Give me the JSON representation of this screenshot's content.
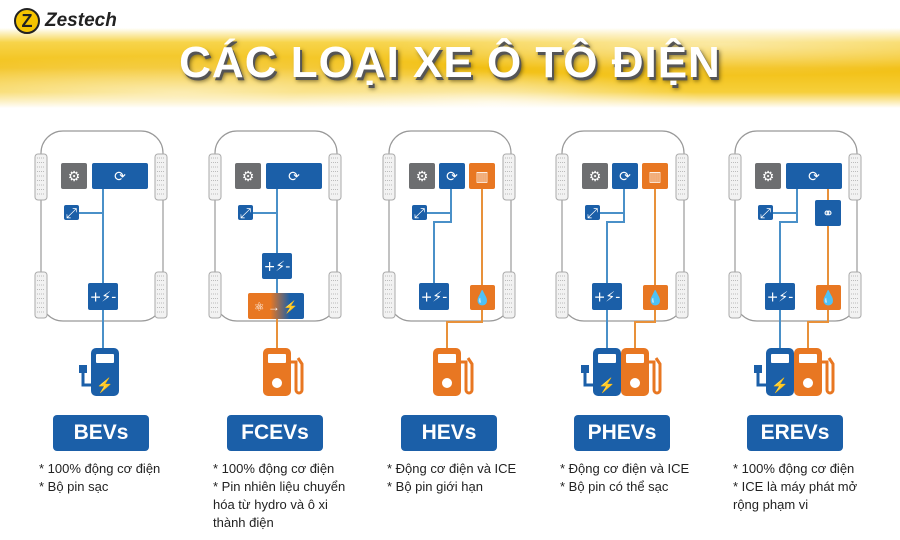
{
  "logo": {
    "text": "Zestech",
    "mark": "Z"
  },
  "title": "CÁC LOẠI XE Ô TÔ ĐIỆN",
  "colors": {
    "blue": "#1b5fa8",
    "orange": "#e87722",
    "gray": "#6d6e70",
    "line_blue": "#4a90c8",
    "line_orange": "#e8913a"
  },
  "vehicles": [
    {
      "name": "BEVs",
      "notes": [
        "* 100% động cơ điện",
        "* Bộ pin sạc"
      ]
    },
    {
      "name": "FCEVs",
      "notes": [
        "* 100% động cơ điện",
        "* Pin nhiên liệu chuyển hóa từ hydro và ô xi thành điện"
      ]
    },
    {
      "name": "HEVs",
      "notes": [
        "* Động cơ điện và ICE",
        "* Bộ pin giới hạn"
      ]
    },
    {
      "name": "PHEVs",
      "notes": [
        "* Động cơ điện và ICE",
        "* Bộ pin có thể sạc"
      ]
    },
    {
      "name": "EREVs",
      "notes": [
        "* 100% động cơ điện",
        "* ICE là máy phát mở rộng phạm vi"
      ]
    }
  ],
  "icons": [
    "gear-icon",
    "motor-icon",
    "engine-icon",
    "converter-icon",
    "battery-icon",
    "fuel-drop-icon",
    "fuel-cell-icon",
    "generator-icon",
    "charging-station-icon",
    "fuel-pump-icon"
  ]
}
